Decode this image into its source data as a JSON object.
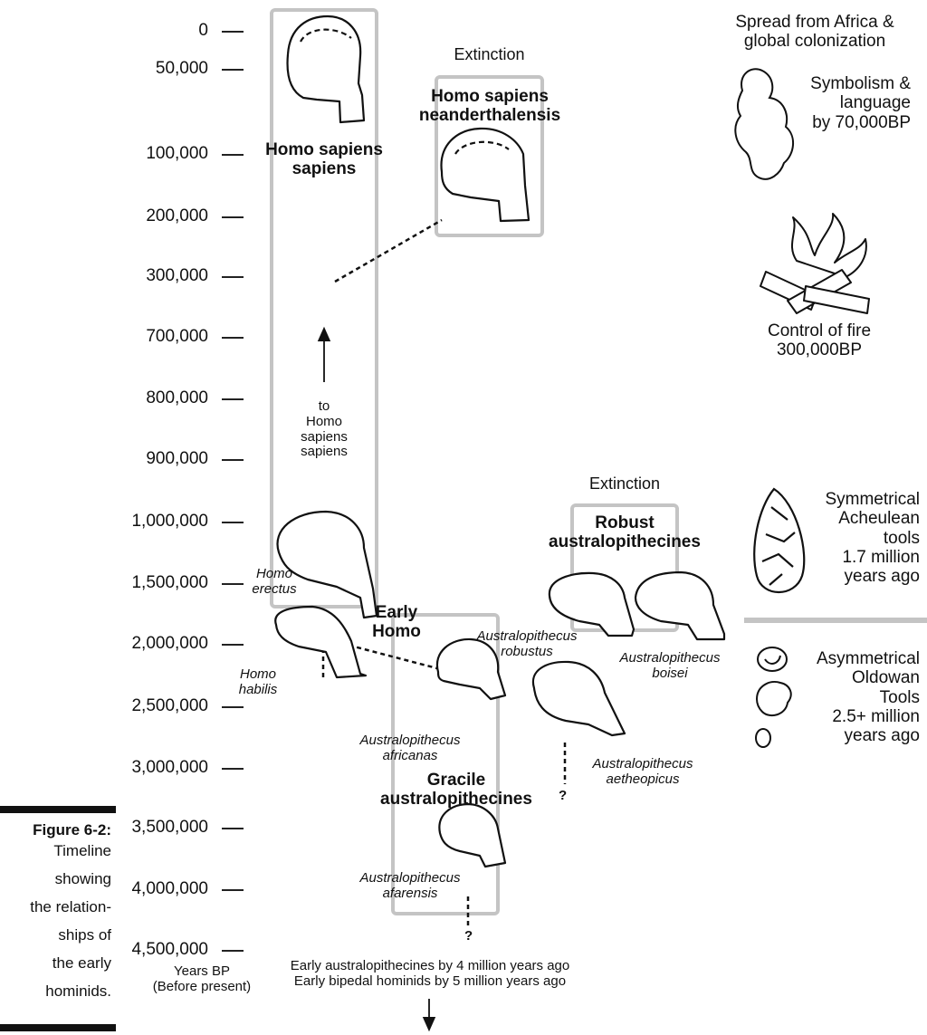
{
  "axis": {
    "ticks": [
      "0",
      "50,000",
      "100,000",
      "200,000",
      "300,000",
      "700,000",
      "800,000",
      "900,000",
      "1,000,000",
      "1,500,000",
      "2,000,000",
      "2,500,000",
      "3,000,000",
      "3,500,000",
      "4,000,000",
      "4,500,000"
    ],
    "label_line1": "Years BP",
    "label_line2": "(Before present)"
  },
  "caption": {
    "figure": "Figure 6-2:",
    "lines": [
      "Timeline",
      "showing",
      "the relation-",
      "ships of",
      "the early",
      "hominids."
    ]
  },
  "groups": {
    "homo_sapiens_sapiens": "Homo sapiens\nsapiens",
    "neanderthal_extinction": "Extinction",
    "neanderthal": "Homo sapiens\nneanderthalensis",
    "early_homo": "Early\nHomo",
    "robust_extinction": "Extinction",
    "robust": "Robust\naustralopithecines",
    "gracile": "Gracile\naustralopithecines"
  },
  "species": {
    "to_sapiens": "to\nHomo\nsapiens\nsapiens",
    "homo_erectus": "Homo\nerectus",
    "homo_habilis": "Homo\nhabilis",
    "a_robustus": "Australopithecus\nrobustus",
    "a_boisei": "Australopithecus\nboisei",
    "a_africanus": "Australopithecus\nafricanas",
    "a_aetheopicus": "Australopithecus\naetheopicus",
    "a_afarensis": "Australopithecus\nafarensis"
  },
  "uncertain_mark": "?",
  "bottom_note": {
    "line1": "Early australopithecines by 4 million years ago",
    "line2": "Early bipedal hominids by 5 million years ago"
  },
  "milestones": {
    "spread": "Spread from Africa &\nglobal colonization",
    "symbolism": "Symbolism &\nlanguage\nby 70,000BP",
    "fire": "Control of fire\n300,000BP",
    "acheulean": "Symmetrical\nAcheulean\ntools\n1.7 million\nyears ago",
    "oldowan": "Asymmetrical\nOldowan\nTools\n2.5+ million\nyears ago"
  },
  "icons": [
    "skull-icon",
    "venus-figurine-icon",
    "campfire-icon",
    "hand-axe-icon",
    "pebble-tool-icon",
    "arrow-up-icon",
    "arrow-down-icon"
  ],
  "colors": {
    "box_border": "#c4c4c4",
    "ink": "#111111"
  }
}
